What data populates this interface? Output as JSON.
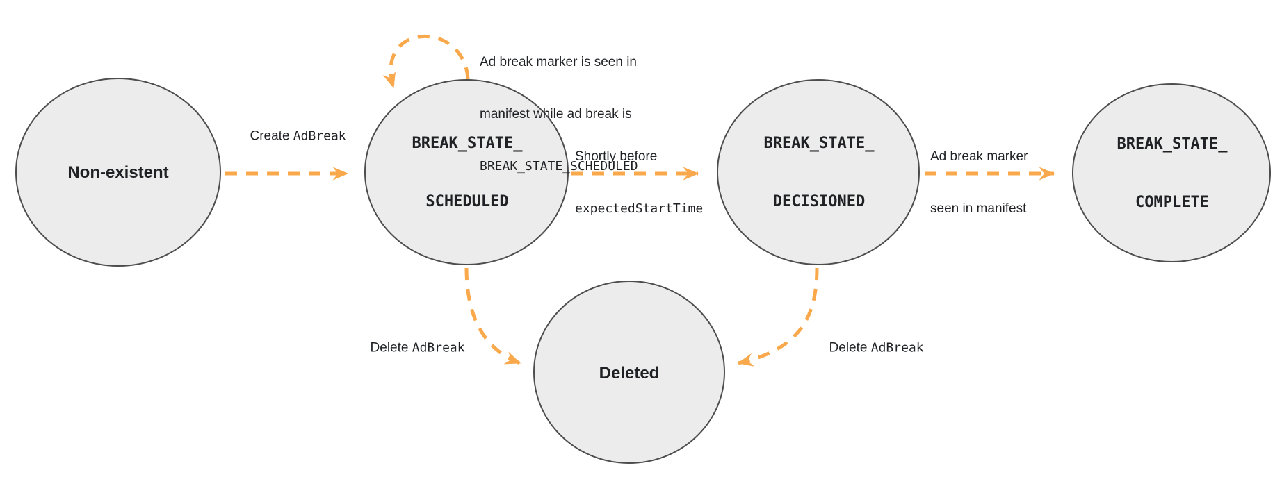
{
  "colors": {
    "arrow": "#F9A84B",
    "node_fill": "#ECECEC",
    "node_stroke": "#4D4D4D",
    "text": "#1F2124"
  },
  "states": {
    "non_existent": {
      "label": "Non-existent"
    },
    "scheduled": {
      "line1": "BREAK_STATE_",
      "line2": "SCHEDULED"
    },
    "decisioned": {
      "line1": "BREAK_STATE_",
      "line2": "DECISIONED"
    },
    "complete": {
      "line1": "BREAK_STATE_",
      "line2": "COMPLETE"
    },
    "deleted": {
      "label": "Deleted"
    }
  },
  "transitions": {
    "create": {
      "text": "Create ",
      "code": "AdBreak"
    },
    "self_loop": {
      "line1": "Ad break marker is seen in",
      "line2": "manifest while ad break is",
      "code_line": "BREAK_STATE_SCHEDULED"
    },
    "decision": {
      "line1": "Shortly before",
      "code_line": "expectedStartTime"
    },
    "complete": {
      "line1": "Ad break marker",
      "line2": "seen in manifest"
    },
    "delete_left": {
      "text": "Delete ",
      "code": "AdBreak"
    },
    "delete_right": {
      "text": "Delete ",
      "code": "AdBreak"
    }
  }
}
